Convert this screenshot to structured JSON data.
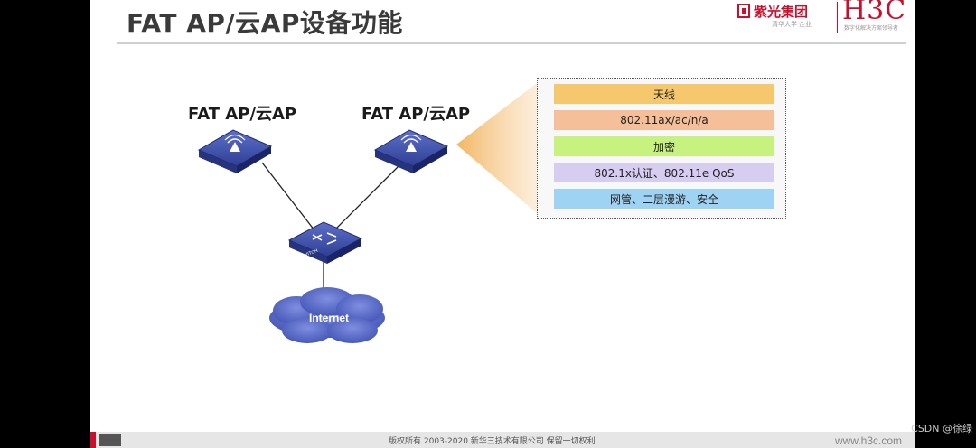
{
  "slide": {
    "title": "FAT AP/云AP设备功能",
    "logo": {
      "group": "紫光集团",
      "group_sub": "清华大学 企业",
      "brand": "H3C",
      "brand_sub": "数字化解决方案领导者"
    }
  },
  "diagram": {
    "ap_left_label": "FAT AP/云AP",
    "ap_right_label": "FAT AP/云AP",
    "switch_label": "SWITCH",
    "cloud_label": "Internet"
  },
  "features": [
    {
      "label": "天线",
      "color": "#f6c86e"
    },
    {
      "label": "802.11ax/ac/n/a",
      "color": "#f5c099"
    },
    {
      "label": "加密",
      "color": "#c8f27f"
    },
    {
      "label": "802.1x认证、802.11e QoS",
      "color": "#d6cdf0"
    },
    {
      "label": "网管、二层漫游、安全",
      "color": "#9fd3f3"
    }
  ],
  "footer": {
    "copyright": "版权所有 2003-2020 新华三技术有限公司 保留一切权利",
    "url": "www.h3c.com"
  },
  "watermark": "CSDN @徐绿"
}
